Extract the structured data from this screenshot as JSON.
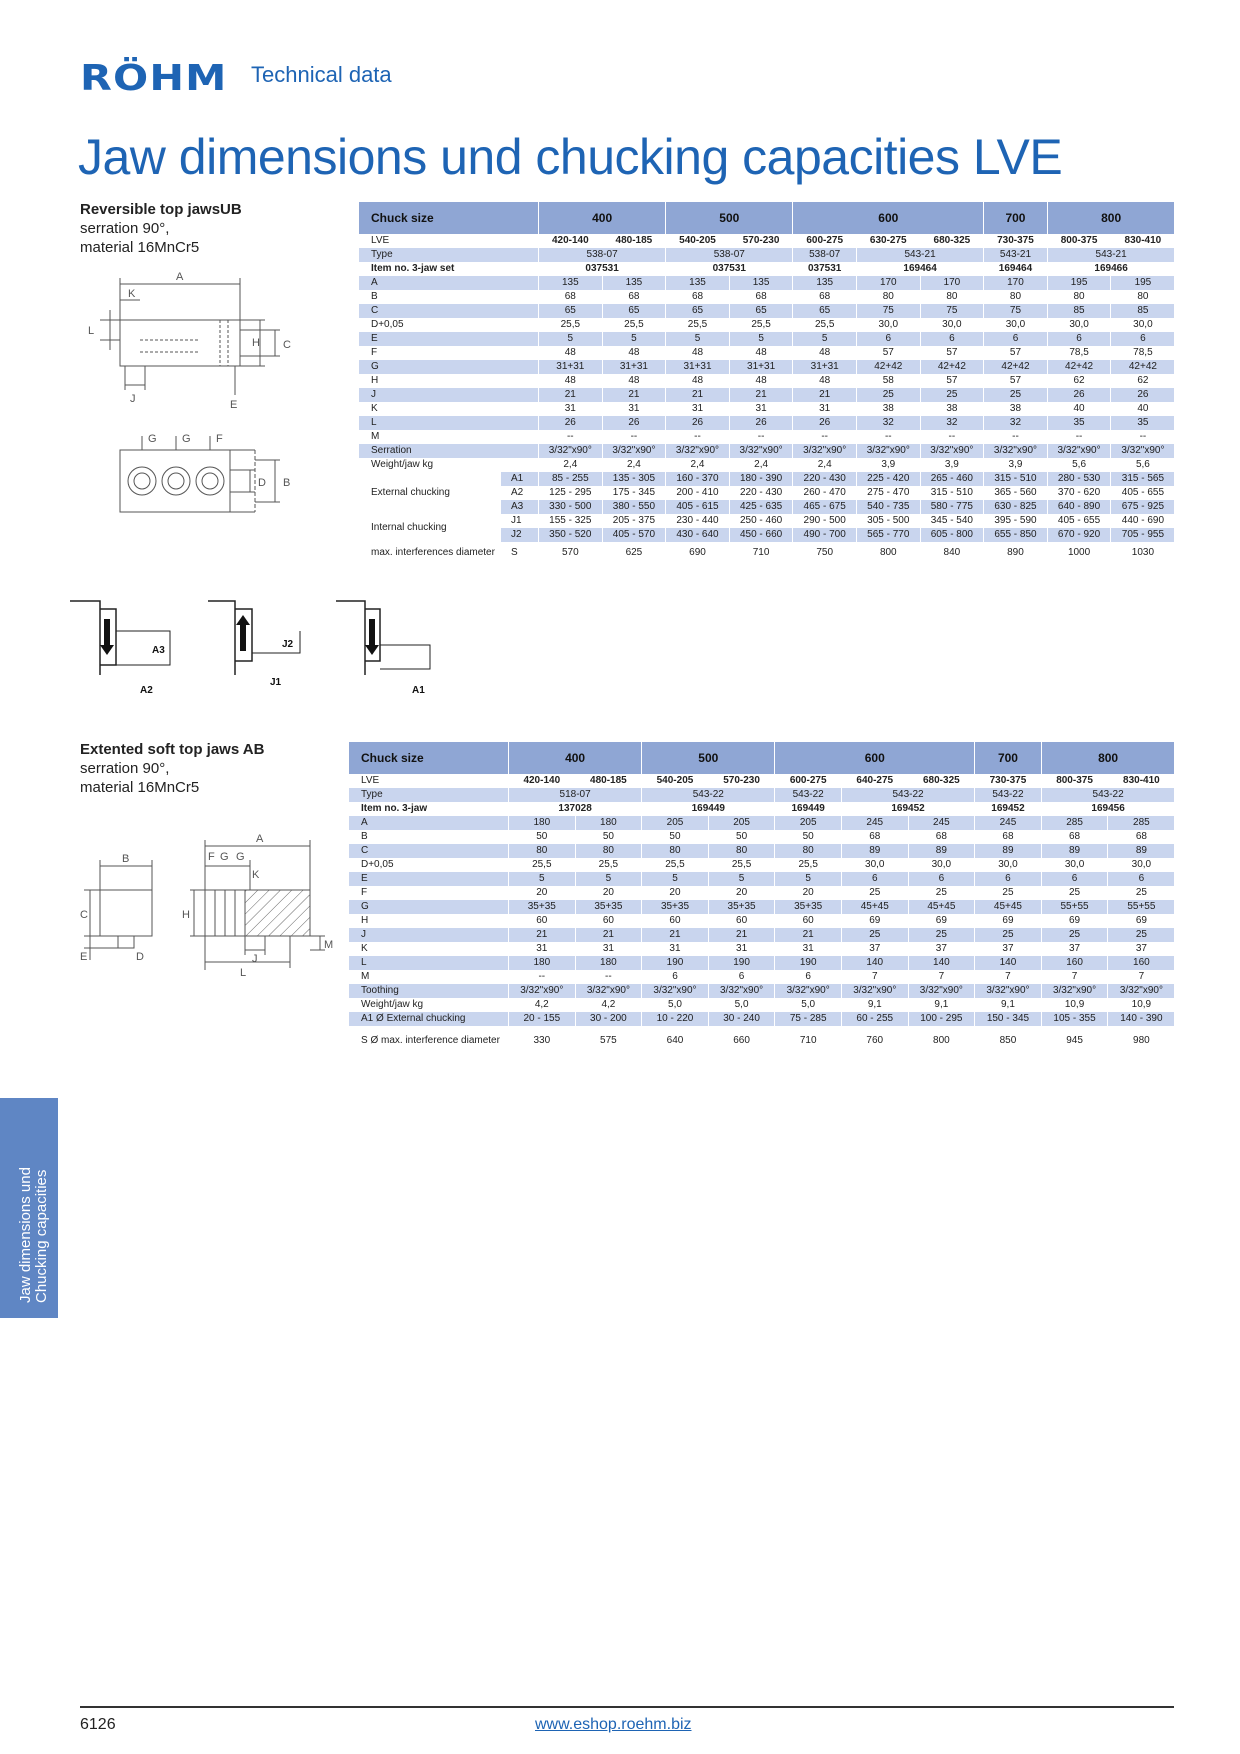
{
  "header": {
    "logo": "RÖHM",
    "section": "Technical data"
  },
  "title": "Jaw dimensions und chucking capacities LVE",
  "sidebar": {
    "line1": "Jaw dimensions und",
    "line2": "Chucking capacities"
  },
  "footer": {
    "page": "6126",
    "url": "www.eshop.roehm.biz"
  },
  "jaw1": {
    "name": "Reversible top jawsUB",
    "line2": "serration 90°,",
    "line3": "material 16MnCr5",
    "drawing_labels": [
      "A",
      "K",
      "L",
      "H",
      "C",
      "J",
      "E",
      "G",
      "G",
      "F",
      "D",
      "B"
    ],
    "chucking_labels": [
      "A3",
      "A2",
      "J2",
      "J1",
      "A1"
    ]
  },
  "jaw2": {
    "name": "Extented soft top jaws AB",
    "line2": "serration 90°,",
    "line3": "material 16MnCr5",
    "drawing_labels": [
      "A",
      "F",
      "G",
      "G",
      "B",
      "K",
      "C",
      "H",
      "E",
      "D",
      "J",
      "L",
      "M"
    ]
  },
  "table1": {
    "header": [
      "Chuck size",
      "400",
      "500",
      "600",
      "700",
      "800"
    ],
    "lve": [
      "420-140",
      "480-185",
      "540-205",
      "570-230",
      "600-275",
      "630-275",
      "680-325",
      "730-375",
      "800-375",
      "830-410"
    ],
    "type_row": [
      "538-07",
      "538-07",
      "538-07",
      "543-21",
      "543-21",
      "543-21"
    ],
    "item_row": [
      "037531",
      "037531",
      "037531",
      "169464",
      "169464",
      "169466"
    ],
    "rows": [
      {
        "label": "A",
        "values": [
          "135",
          "135",
          "135",
          "135",
          "135",
          "170",
          "170",
          "170",
          "195",
          "195"
        ]
      },
      {
        "label": "B",
        "values": [
          "68",
          "68",
          "68",
          "68",
          "68",
          "80",
          "80",
          "80",
          "80",
          "80"
        ]
      },
      {
        "label": "C",
        "values": [
          "65",
          "65",
          "65",
          "65",
          "65",
          "75",
          "75",
          "75",
          "85",
          "85"
        ]
      },
      {
        "label": "D+0,05",
        "values": [
          "25,5",
          "25,5",
          "25,5",
          "25,5",
          "25,5",
          "30,0",
          "30,0",
          "30,0",
          "30,0",
          "30,0"
        ]
      },
      {
        "label": "E",
        "values": [
          "5",
          "5",
          "5",
          "5",
          "5",
          "6",
          "6",
          "6",
          "6",
          "6"
        ]
      },
      {
        "label": "F",
        "values": [
          "48",
          "48",
          "48",
          "48",
          "48",
          "57",
          "57",
          "57",
          "78,5",
          "78,5"
        ]
      },
      {
        "label": "G",
        "values": [
          "31+31",
          "31+31",
          "31+31",
          "31+31",
          "31+31",
          "42+42",
          "42+42",
          "42+42",
          "42+42",
          "42+42"
        ]
      },
      {
        "label": "H",
        "values": [
          "48",
          "48",
          "48",
          "48",
          "48",
          "58",
          "57",
          "57",
          "62",
          "62"
        ]
      },
      {
        "label": "J",
        "values": [
          "21",
          "21",
          "21",
          "21",
          "21",
          "25",
          "25",
          "25",
          "26",
          "26"
        ]
      },
      {
        "label": "K",
        "values": [
          "31",
          "31",
          "31",
          "31",
          "31",
          "38",
          "38",
          "38",
          "40",
          "40"
        ]
      },
      {
        "label": "L",
        "values": [
          "26",
          "26",
          "26",
          "26",
          "26",
          "32",
          "32",
          "32",
          "35",
          "35"
        ]
      },
      {
        "label": "M",
        "values": [
          "--",
          "--",
          "--",
          "--",
          "--",
          "--",
          "--",
          "--",
          "--",
          "--"
        ]
      },
      {
        "label": "Serration",
        "values": [
          "3/32\"x90°",
          "3/32\"x90°",
          "3/32\"x90°",
          "3/32\"x90°",
          "3/32\"x90°",
          "3/32\"x90°",
          "3/32\"x90°",
          "3/32\"x90°",
          "3/32\"x90°",
          "3/32\"x90°"
        ]
      },
      {
        "label": "Weight/jaw kg",
        "values": [
          "2,4",
          "2,4",
          "2,4",
          "2,4",
          "2,4",
          "3,9",
          "3,9",
          "3,9",
          "5,6",
          "5,6"
        ]
      }
    ],
    "external_label": "External chucking",
    "internal_label": "Internal chucking",
    "capacity": [
      {
        "sub": "A1",
        "values": [
          "85 - 255",
          "135 - 305",
          "160 - 370",
          "180 - 390",
          "220 - 430",
          "225 - 420",
          "265 - 460",
          "315 - 510",
          "280 - 530",
          "315 - 565"
        ]
      },
      {
        "sub": "A2",
        "values": [
          "125 - 295",
          "175 - 345",
          "200 - 410",
          "220 - 430",
          "260 - 470",
          "275 - 470",
          "315 - 510",
          "365 - 560",
          "370 - 620",
          "405 - 655"
        ]
      },
      {
        "sub": "A3",
        "values": [
          "330 - 500",
          "380 - 550",
          "405 - 615",
          "425 - 635",
          "465 - 675",
          "540 - 735",
          "580 - 775",
          "630 - 825",
          "640 - 890",
          "675 - 925"
        ]
      },
      {
        "sub": "J1",
        "values": [
          "155 - 325",
          "205 - 375",
          "230 - 440",
          "250 - 460",
          "290 - 500",
          "305 - 500",
          "345 - 540",
          "395 - 590",
          "405 - 655",
          "440 - 690"
        ]
      },
      {
        "sub": "J2",
        "values": [
          "350 - 520",
          "405 - 570",
          "430 - 640",
          "450 - 660",
          "490 - 700",
          "565 - 770",
          "605 - 800",
          "655 - 850",
          "670 - 920",
          "705 - 955"
        ]
      }
    ],
    "interference": {
      "label": "max. interferences diameter",
      "sub": "S",
      "values": [
        "570",
        "625",
        "690",
        "710",
        "750",
        "800",
        "840",
        "890",
        "1000",
        "1030"
      ]
    }
  },
  "table2": {
    "header": [
      "Chuck size",
      "400",
      "500",
      "600",
      "700",
      "800"
    ],
    "lve": [
      "420-140",
      "480-185",
      "540-205",
      "570-230",
      "600-275",
      "640-275",
      "680-325",
      "730-375",
      "800-375",
      "830-410"
    ],
    "type_row": [
      "518-07",
      "543-22",
      "543-22",
      "543-22",
      "543-22",
      "543-22"
    ],
    "item_row": [
      "137028",
      "169449",
      "169449",
      "169452",
      "169452",
      "169456"
    ],
    "rows": [
      {
        "label": "A",
        "values": [
          "180",
          "180",
          "205",
          "205",
          "205",
          "245",
          "245",
          "245",
          "285",
          "285"
        ]
      },
      {
        "label": "B",
        "values": [
          "50",
          "50",
          "50",
          "50",
          "50",
          "68",
          "68",
          "68",
          "68",
          "68"
        ]
      },
      {
        "label": "C",
        "values": [
          "80",
          "80",
          "80",
          "80",
          "80",
          "89",
          "89",
          "89",
          "89",
          "89"
        ]
      },
      {
        "label": "D+0,05",
        "values": [
          "25,5",
          "25,5",
          "25,5",
          "25,5",
          "25,5",
          "30,0",
          "30,0",
          "30,0",
          "30,0",
          "30,0"
        ]
      },
      {
        "label": "E",
        "values": [
          "5",
          "5",
          "5",
          "5",
          "5",
          "6",
          "6",
          "6",
          "6",
          "6"
        ]
      },
      {
        "label": "F",
        "values": [
          "20",
          "20",
          "20",
          "20",
          "20",
          "25",
          "25",
          "25",
          "25",
          "25"
        ]
      },
      {
        "label": "G",
        "values": [
          "35+35",
          "35+35",
          "35+35",
          "35+35",
          "35+35",
          "45+45",
          "45+45",
          "45+45",
          "55+55",
          "55+55"
        ]
      },
      {
        "label": "H",
        "values": [
          "60",
          "60",
          "60",
          "60",
          "60",
          "69",
          "69",
          "69",
          "69",
          "69"
        ]
      },
      {
        "label": "J",
        "values": [
          "21",
          "21",
          "21",
          "21",
          "21",
          "25",
          "25",
          "25",
          "25",
          "25"
        ]
      },
      {
        "label": "K",
        "values": [
          "31",
          "31",
          "31",
          "31",
          "31",
          "37",
          "37",
          "37",
          "37",
          "37"
        ]
      },
      {
        "label": "L",
        "values": [
          "180",
          "180",
          "190",
          "190",
          "190",
          "140",
          "140",
          "140",
          "160",
          "160"
        ]
      },
      {
        "label": "M",
        "values": [
          "--",
          "--",
          "6",
          "6",
          "6",
          "7",
          "7",
          "7",
          "7",
          "7"
        ]
      },
      {
        "label": "Toothing",
        "values": [
          "3/32\"x90°",
          "3/32\"x90°",
          "3/32\"x90°",
          "3/32\"x90°",
          "3/32\"x90°",
          "3/32\"x90°",
          "3/32\"x90°",
          "3/32\"x90°",
          "3/32\"x90°",
          "3/32\"x90°"
        ]
      },
      {
        "label": "Weight/jaw kg",
        "values": [
          "4,2",
          "4,2",
          "5,0",
          "5,0",
          "5,0",
          "9,1",
          "9,1",
          "9,1",
          "10,9",
          "10,9"
        ]
      },
      {
        "label": "A1 Ø External chucking",
        "values": [
          "20 - 155",
          "30 - 200",
          "10 - 220",
          "30 - 240",
          "75 - 285",
          "60 - 255",
          "100 - 295",
          "150 - 345",
          "105 - 355",
          "140 - 390"
        ]
      },
      {
        "label": "S Ø max. interference diameter",
        "values": [
          "330",
          "575",
          "640",
          "660",
          "710",
          "760",
          "800",
          "850",
          "945",
          "980"
        ]
      }
    ]
  }
}
